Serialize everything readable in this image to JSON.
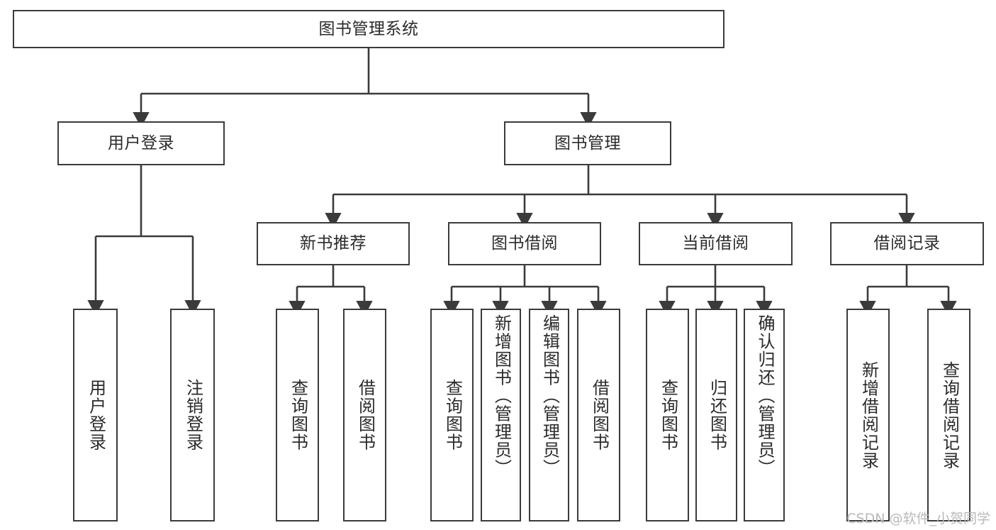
{
  "diagram": {
    "title": "图书管理系统",
    "type": "functional-structure-tree",
    "orientation": "top-down",
    "root": {
      "id": "root",
      "label": "图书管理系统",
      "text_direction": "horizontal"
    },
    "level2": [
      {
        "id": "user-login",
        "label": "用户登录",
        "text_direction": "horizontal"
      },
      {
        "id": "book-manage",
        "label": "图书管理",
        "text_direction": "horizontal"
      }
    ],
    "level3": [
      {
        "id": "new-book-recommend",
        "label": "新书推荐",
        "parent": "book-manage",
        "text_direction": "horizontal"
      },
      {
        "id": "book-borrow",
        "label": "图书借阅",
        "parent": "book-manage",
        "text_direction": "horizontal"
      },
      {
        "id": "current-borrow",
        "label": "当前借阅",
        "parent": "book-manage",
        "text_direction": "horizontal"
      },
      {
        "id": "borrow-record",
        "label": "借阅记录",
        "parent": "book-manage",
        "text_direction": "horizontal"
      }
    ],
    "leaves": [
      {
        "id": "leaf-user-login",
        "label": "用户登录",
        "parent": "user-login",
        "text_direction": "vertical"
      },
      {
        "id": "leaf-logout",
        "label": "注销登录",
        "parent": "user-login",
        "text_direction": "vertical"
      },
      {
        "id": "leaf-query-book-1",
        "label": "查询图书",
        "parent": "new-book-recommend",
        "text_direction": "vertical"
      },
      {
        "id": "leaf-borrow-book-1",
        "label": "借阅图书",
        "parent": "new-book-recommend",
        "text_direction": "vertical"
      },
      {
        "id": "leaf-query-book-2",
        "label": "查询图书",
        "parent": "book-borrow",
        "text_direction": "vertical"
      },
      {
        "id": "leaf-add-book",
        "label": "新增图书（管理员）",
        "parent": "book-borrow",
        "text_direction": "vertical"
      },
      {
        "id": "leaf-edit-book",
        "label": "编辑图书（管理员）",
        "parent": "book-borrow",
        "text_direction": "vertical"
      },
      {
        "id": "leaf-borrow-book-2",
        "label": "借阅图书",
        "parent": "book-borrow",
        "text_direction": "vertical"
      },
      {
        "id": "leaf-query-book-3",
        "label": "查询图书",
        "parent": "current-borrow",
        "text_direction": "vertical"
      },
      {
        "id": "leaf-return-book",
        "label": "归还图书",
        "parent": "current-borrow",
        "text_direction": "vertical"
      },
      {
        "id": "leaf-confirm-return",
        "label": "确认归还（管理员）",
        "parent": "current-borrow",
        "text_direction": "vertical"
      },
      {
        "id": "leaf-add-record",
        "label": "新增借阅记录",
        "parent": "borrow-record",
        "text_direction": "vertical"
      },
      {
        "id": "leaf-query-record",
        "label": "查询借阅记录",
        "parent": "borrow-record",
        "text_direction": "vertical"
      }
    ],
    "colors": {
      "box_border": "#3b3b3b",
      "box_fill": "#ffffff",
      "connector": "#3b3b3b",
      "text": "#2b2b2b",
      "watermark": "#b9b9b9",
      "background": "#ffffff"
    }
  },
  "watermark": {
    "text": "CSDN @软件_小贺同学"
  }
}
